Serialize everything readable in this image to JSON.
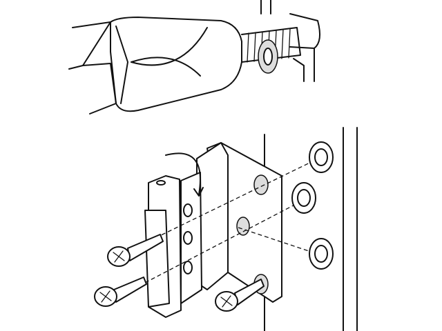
{
  "colors": {
    "line": "#111111",
    "background": "#ffffff",
    "shade": "#dddddd"
  },
  "icons": [
    "screwdriver",
    "screw",
    "hinge-bracket",
    "washer",
    "rotation-arrow",
    "door-frame"
  ]
}
